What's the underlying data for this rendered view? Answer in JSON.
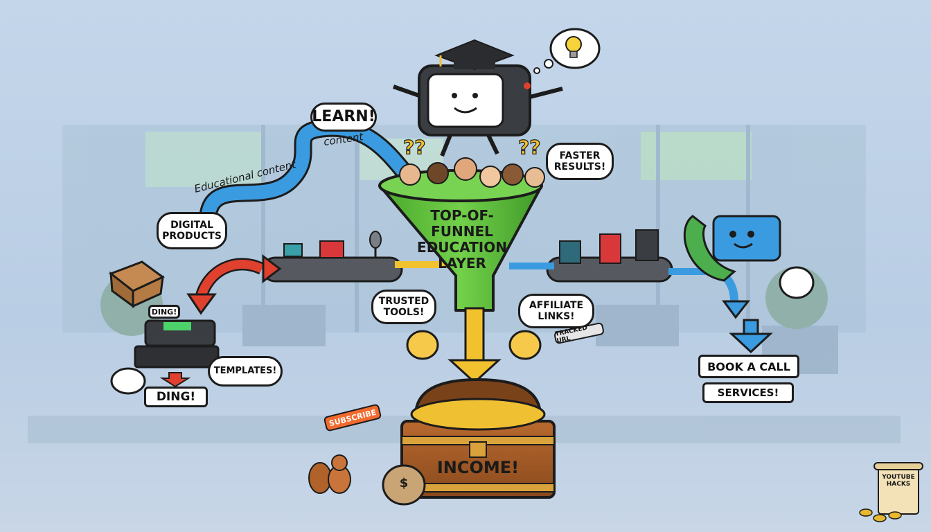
{
  "funnel": {
    "title": "TOP-OF-FUNNEL\nEDUCATION\nLAYER"
  },
  "bubbles": {
    "learn": "LEARN!",
    "faster_results": "FASTER\nRESULTS!",
    "digital_products": "DIGITAL\nPRODUCTS",
    "trusted_tools": "TRUSTED\nTOOLS!",
    "affiliate_links": "AFFILIATE\nLINKS!",
    "templates": "TEMPLATES!"
  },
  "stream_labels": {
    "content": "content",
    "educational_content": "Educational content"
  },
  "questions": {
    "left": "??",
    "right": "??"
  },
  "tags": {
    "ding_top": "DING!",
    "ding_bottom": "DING!",
    "tracked_url": "TRACKED URL",
    "subscribe": "SUBSCRIBE"
  },
  "right_column": {
    "book_a_call": "BOOK A CALL",
    "services": "SERVICES!"
  },
  "chest": {
    "label": "INCOME!",
    "money_bag_symbol": "$"
  },
  "scroll": {
    "text": "YOUTUBE\nHACKS"
  },
  "icons": {
    "lightbulb": "lightbulb-icon",
    "graduation_cap": "graduation-cap-icon",
    "phone": "phone-icon"
  },
  "colors": {
    "funnel_green": "#5cbf3a",
    "blue_stream": "#3a9be0",
    "red_arrow": "#e0402e",
    "yellow_arrow": "#f2c12e",
    "chest_wood": "#a8602a"
  }
}
